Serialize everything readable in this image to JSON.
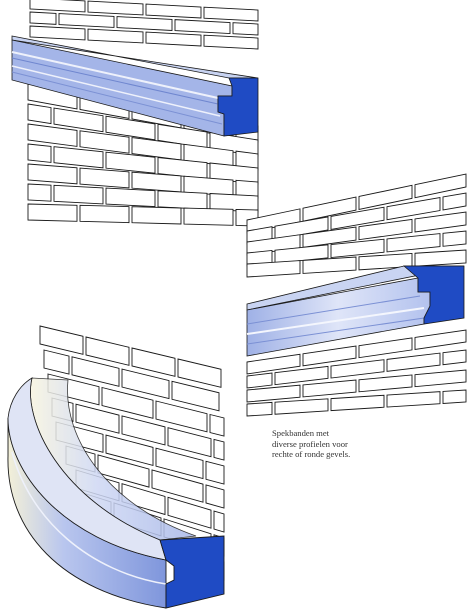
{
  "caption": {
    "lines": [
      "Spekbanden met",
      "diverse profielen voor",
      "rechte of ronde gevels."
    ]
  },
  "colors": {
    "band_top": "#c4d0f0",
    "band_face": "#8fa4de",
    "band_dark": "#6c83cc",
    "band_end": "#1f4bc4",
    "band_highlight": "#eef1fb",
    "curve_light": "#f3f0d8",
    "brick_line": "#1a1a1a"
  }
}
